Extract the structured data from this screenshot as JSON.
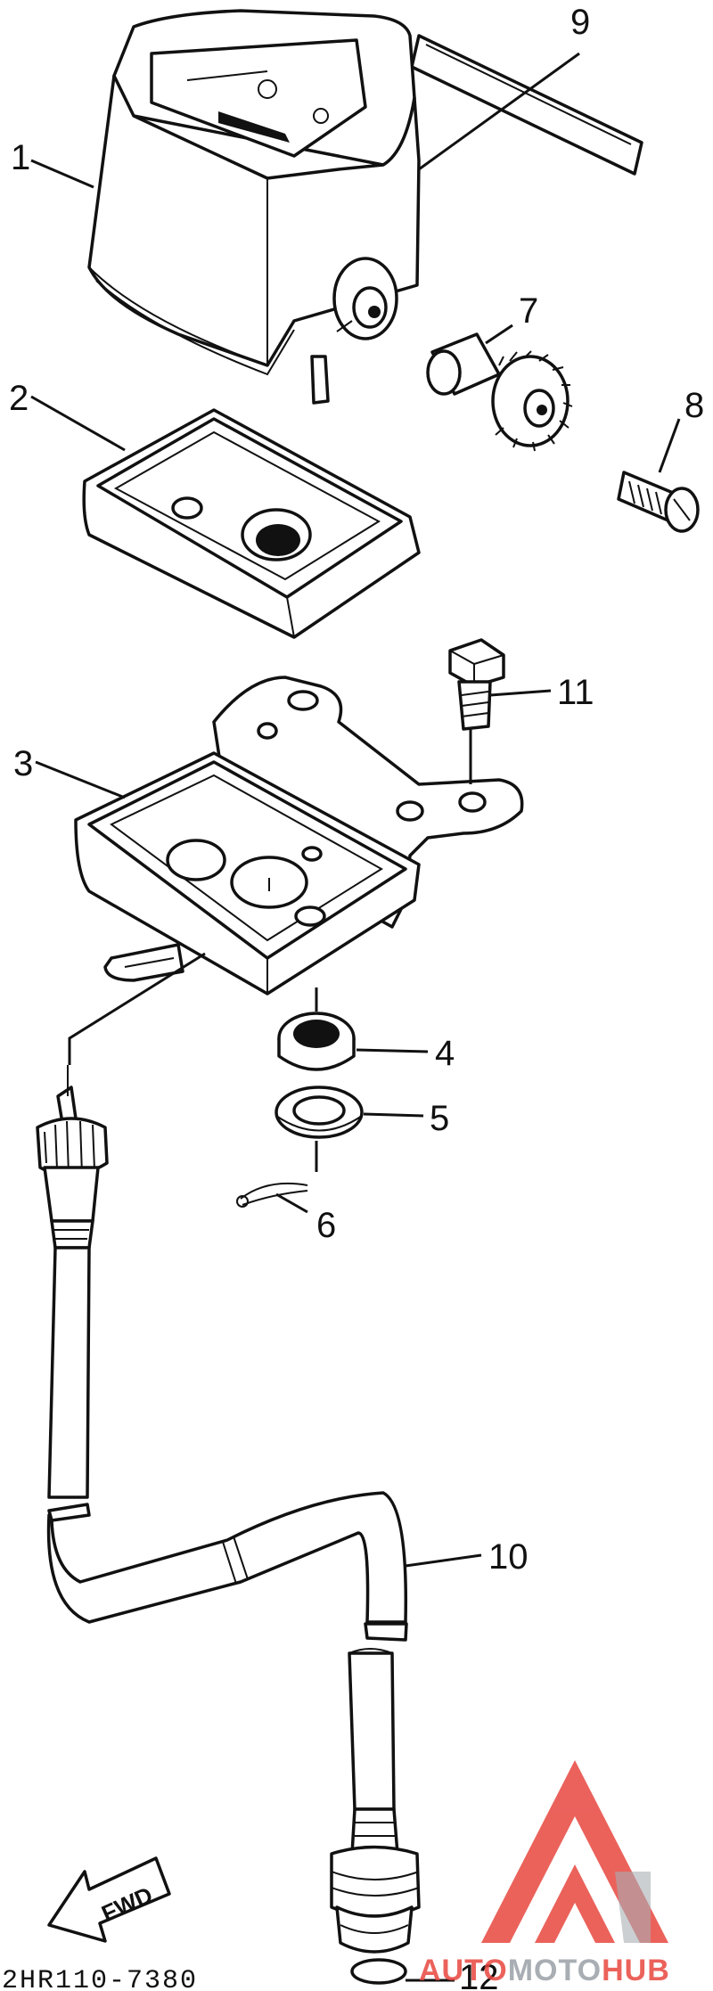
{
  "callouts": {
    "p1": "1",
    "p2": "2",
    "p3": "3",
    "p4": "4",
    "p5": "5",
    "p6": "6",
    "p7": "7",
    "p8": "8",
    "p9": "9",
    "p10": "10",
    "p11": "11",
    "p12": "12"
  },
  "diagram_code": "2HR110-7380",
  "direction_label": "FWD",
  "watermark": {
    "prefix": "AUTO",
    "middle": "MOTO",
    "suffix": "HUB",
    "colors": {
      "red": "#e8473f",
      "grey": "#9aa0a6"
    }
  }
}
